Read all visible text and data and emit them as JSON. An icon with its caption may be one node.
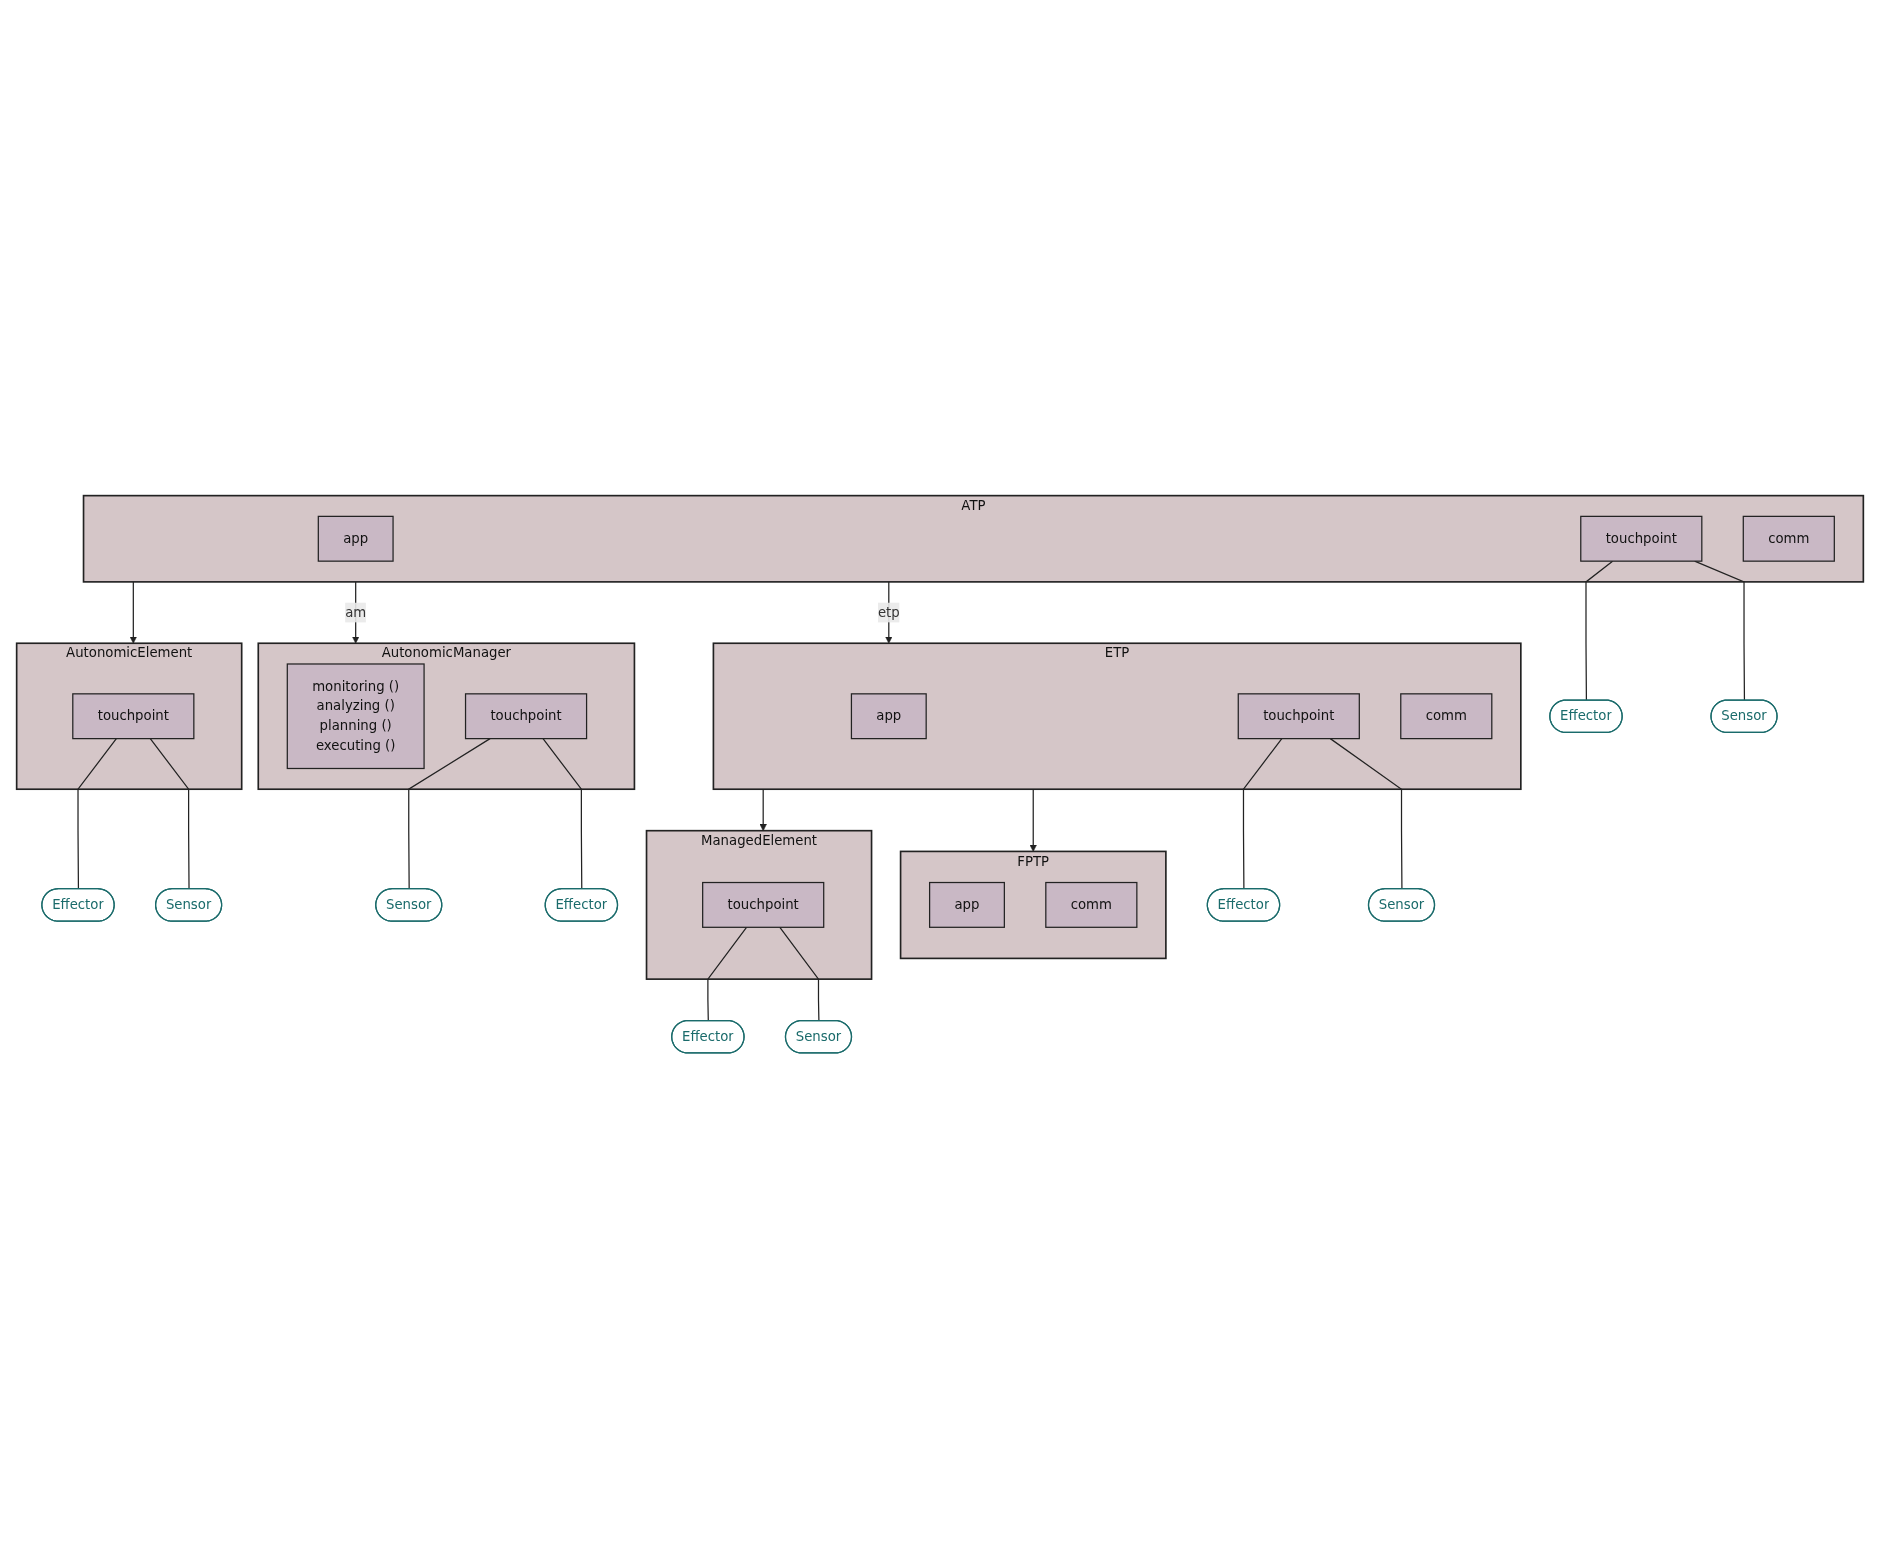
{
  "diagram": {
    "nodes": [
      {
        "text": [
          "ATP"
        ]
      },
      {
        "text": [
          "app"
        ],
        "in": 0
      },
      {
        "text": [
          "touchpoint"
        ],
        "in": 0
      },
      {
        "text": [
          "comm"
        ],
        "in": 0
      },
      {
        "text": [
          "Effector"
        ]
      },
      {
        "text": [
          "Sensor"
        ]
      },
      {
        "text": [
          "AutonomicElement"
        ]
      },
      {
        "text": [
          "touchpoint"
        ],
        "in": 6
      },
      {
        "text": [
          "Effector"
        ]
      },
      {
        "text": [
          "Sensor"
        ]
      },
      {
        "text": [
          "AutonomicManager"
        ]
      },
      {
        "text": [
          "monitoring ()",
          "analyzing ()",
          "planning ()",
          "executing ()"
        ],
        "in": 10
      },
      {
        "text": [
          "touchpoint"
        ],
        "in": 10
      },
      {
        "text": [
          "Sensor"
        ]
      },
      {
        "text": [
          "Effector"
        ]
      },
      {
        "text": [
          "ETP"
        ]
      },
      {
        "text": [
          "app"
        ],
        "in": 15
      },
      {
        "text": [
          "touchpoint"
        ],
        "in": 15
      },
      {
        "text": [
          "comm"
        ],
        "in": 15
      },
      {
        "text": [
          "Effector"
        ]
      },
      {
        "text": [
          "Sensor"
        ]
      },
      {
        "text": [
          "ManagedElement"
        ]
      },
      {
        "text": [
          "touchpoint"
        ],
        "in": 21
      },
      {
        "text": [
          "Effector"
        ]
      },
      {
        "text": [
          "Sensor"
        ]
      },
      {
        "text": [
          "FPTP"
        ]
      },
      {
        "text": [
          "app"
        ],
        "in": 25
      },
      {
        "text": [
          "comm"
        ],
        "in": 25
      }
    ],
    "edges": [
      {
        "from": 0,
        "to": 6,
        "arrow": "to"
      },
      {
        "from": 2,
        "to": 4,
        "arrow": "none"
      },
      {
        "from": 2,
        "to": 5,
        "arrow": "none"
      },
      {
        "from": 7,
        "to": 8,
        "arrow": "none"
      },
      {
        "from": 7,
        "to": 9,
        "arrow": "none"
      },
      {
        "from": 0,
        "to": 10,
        "label": "am",
        "arrow": "to"
      },
      {
        "from": 0,
        "to": 15,
        "label": "etp",
        "arrow": "to"
      },
      {
        "from": 12,
        "to": 13,
        "arrow": "none"
      },
      {
        "from": 12,
        "to": 14,
        "arrow": "none"
      },
      {
        "from": 15,
        "to": 21,
        "arrow": "to"
      },
      {
        "from": 17,
        "to": 19,
        "arrow": "none"
      },
      {
        "from": 17,
        "to": 20,
        "arrow": "none"
      },
      {
        "from": 22,
        "to": 23,
        "arrow": "none"
      },
      {
        "from": 22,
        "to": 24,
        "arrow": "none"
      },
      {
        "from": 15,
        "to": 25,
        "arrow": "to"
      }
    ]
  }
}
